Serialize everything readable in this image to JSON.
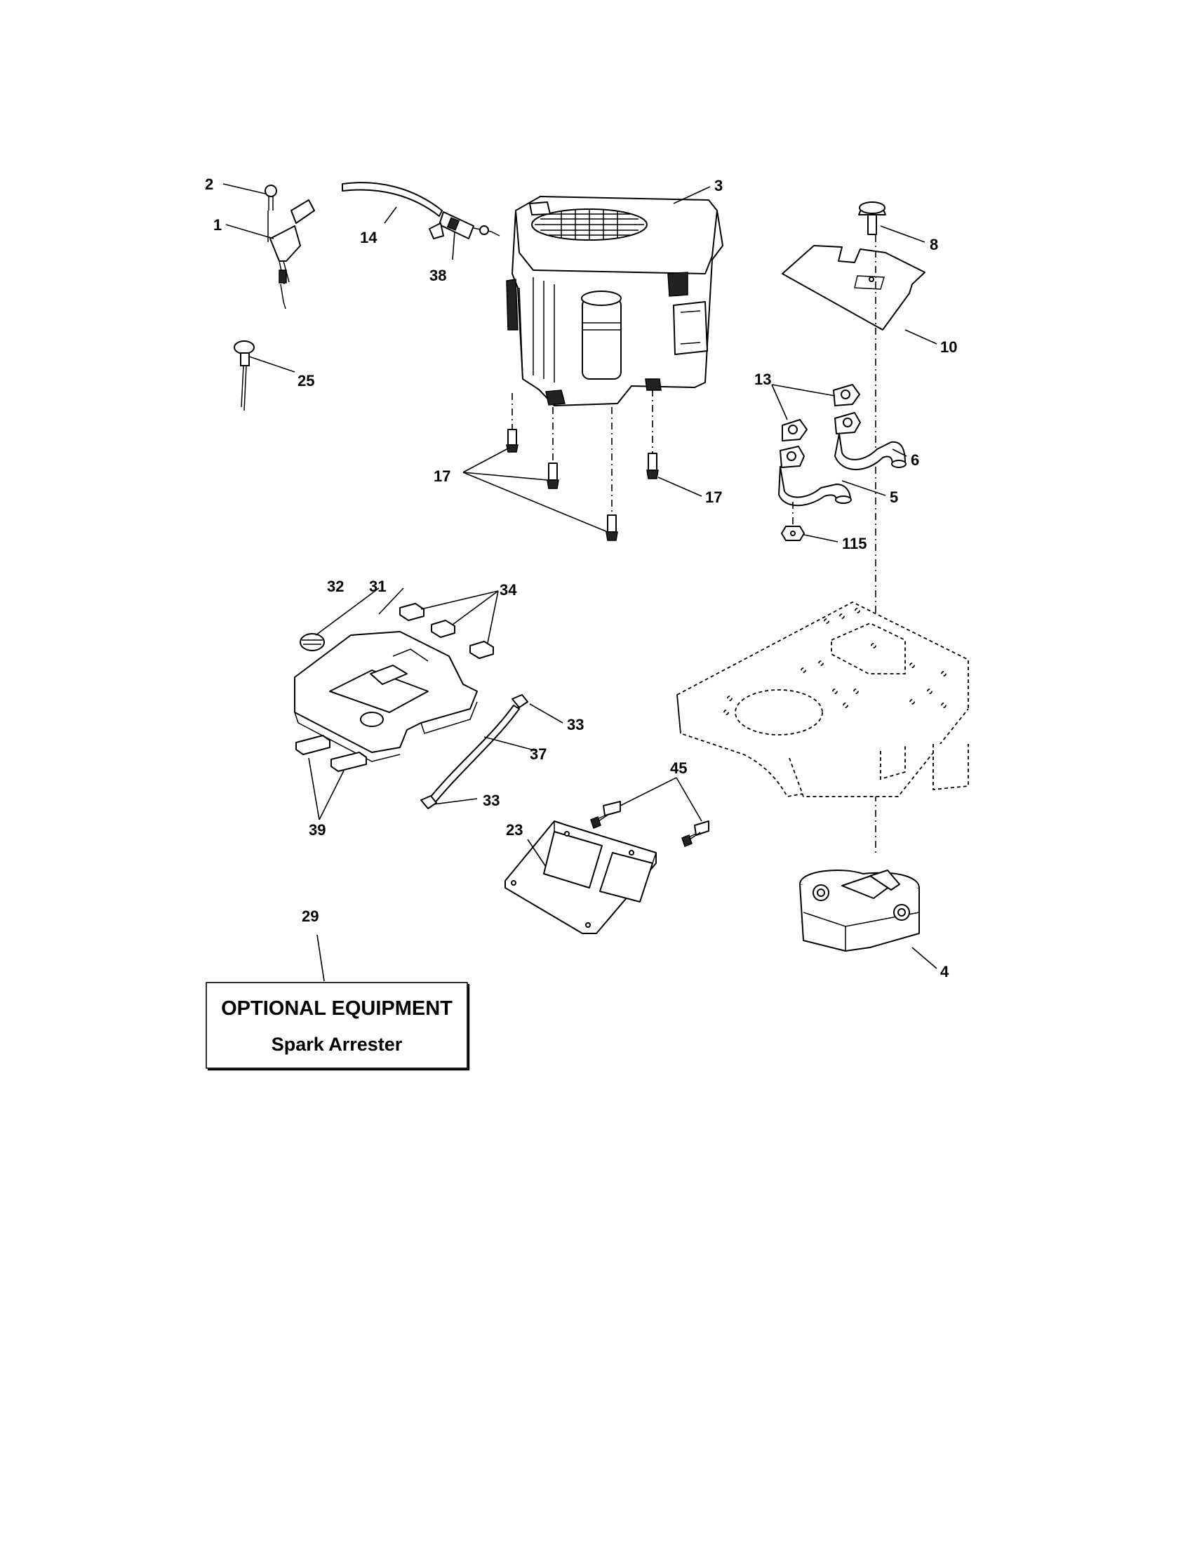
{
  "callouts": {
    "c1": "1",
    "c2": "2",
    "c3": "3",
    "c4": "4",
    "c5": "5",
    "c6": "6",
    "c8": "8",
    "c10": "10",
    "c13": "13",
    "c14": "14",
    "c17a": "17",
    "c17b": "17",
    "c23": "23",
    "c25": "25",
    "c29": "29",
    "c31": "31",
    "c32": "32",
    "c33a": "33",
    "c33b": "33",
    "c34": "34",
    "c37": "37",
    "c38": "38",
    "c39": "39",
    "c45": "45",
    "c115": "115"
  },
  "optional_box": {
    "title": "OPTIONAL EQUIPMENT",
    "subtitle": "Spark Arrester"
  }
}
